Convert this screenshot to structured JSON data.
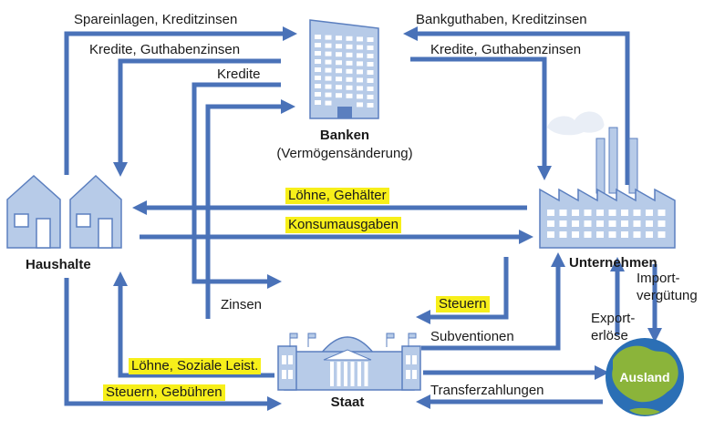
{
  "colors": {
    "arrow": "#4a72b8",
    "building": "#b7cbe8",
    "highlight": "#f7ef1a",
    "ocean": "#2b6fb5",
    "land": "#8bb43a"
  },
  "icons": [
    "house-icon",
    "bank-building-icon",
    "factory-icon",
    "government-building-icon",
    "globe-icon"
  ],
  "sectors": {
    "households": "Haushalte",
    "banks": "Banken",
    "banks_sub": "(Vermögensänderung)",
    "companies": "Unternehmen",
    "state": "Staat",
    "abroad": "Ausland"
  },
  "flows": {
    "savings": "Spareinlagen, Kreditzinsen",
    "loans_hh": "Kredite, Guthabenzinsen",
    "loans_state": "Kredite",
    "deposits_firms": "Bankguthaben, Kreditzinsen",
    "loans_firms": "Kredite, Guthabenzinsen",
    "wages": "Löhne, Gehälter",
    "consumption": "Konsumausgaben",
    "interest": "Zinsen",
    "taxes_firms": "Steuern",
    "subsidies": "Subventionen",
    "transfers_state": "Löhne, Soziale Leist.",
    "taxes_hh": "Steuern, Gebühren",
    "transfer_payments": "Transferzahlungen",
    "import_payment": "Import-\nvergütung",
    "export_revenue": "Export-\nerlöse"
  }
}
